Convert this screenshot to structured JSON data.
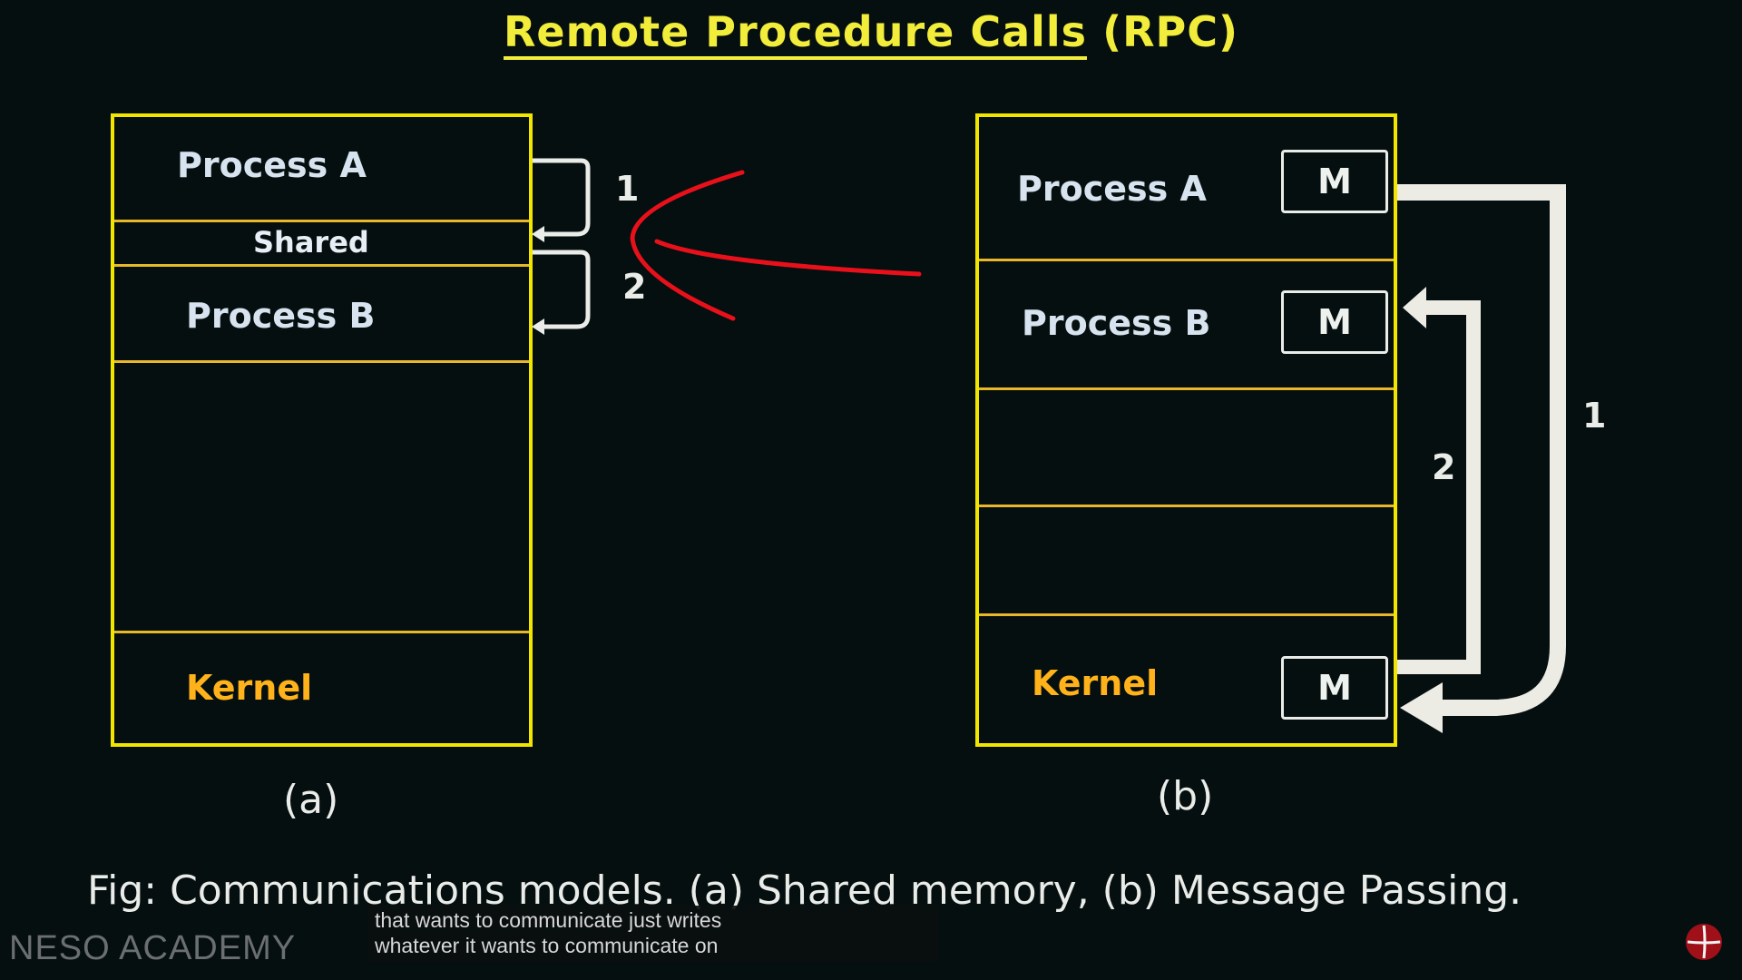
{
  "title": {
    "main": "Remote Procedure Calls",
    "suffix": " (RPC)"
  },
  "diagram_a": {
    "process_a": "Process A",
    "shared": "Shared",
    "process_b": "Process B",
    "kernel": "Kernel",
    "step_1": "1",
    "step_2": "2",
    "sublabel": "(a)"
  },
  "diagram_b": {
    "process_a": "Process A",
    "process_b": "Process B",
    "kernel": "Kernel",
    "message": "M",
    "step_1": "1",
    "step_2": "2",
    "sublabel": "(b)"
  },
  "caption": "Fig: Communications models. (a)  Shared memory, (b) Message Passing.",
  "subtitle_overlay": {
    "line1": "that wants to communicate just writes",
    "line2": "whatever it wants to communicate on"
  },
  "watermark": "NESO ACADEMY",
  "colors": {
    "background": "#050f0f",
    "box_border": "#f2e600",
    "title": "#f2ec3a",
    "kernel": "#ffb21a",
    "annotation": "#e8101a"
  }
}
